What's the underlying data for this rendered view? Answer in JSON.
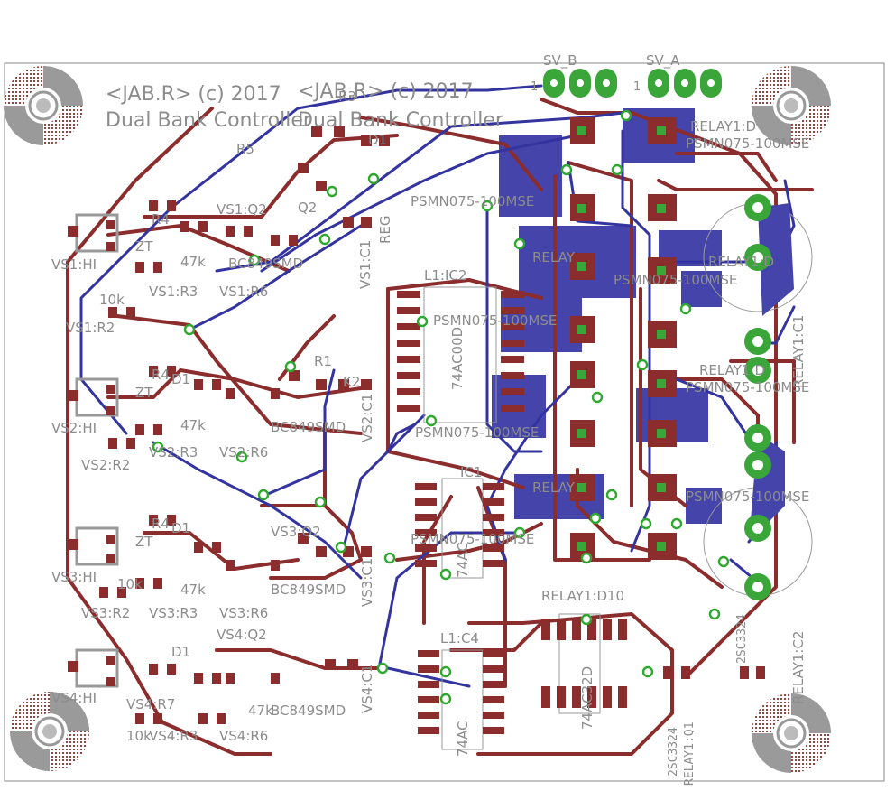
{
  "board": {
    "title_line1": "<JAB.R> (c) 2017",
    "title_line2": "Dual Bank Controller",
    "colors": {
      "top_copper": "#8b2d2d",
      "bottom_copper": "#3434a0",
      "silkscreen": "#8c8c8c",
      "via_ring": "#2fa82f",
      "outline": "#888888"
    }
  },
  "connectors": {
    "sv_b": {
      "label": "SV_B",
      "pin1": "1"
    },
    "sv_a": {
      "label": "SV_A",
      "pin1": "1"
    }
  },
  "labels": {
    "vs1_hi": "VS1:HI",
    "vs2_hi": "VS2:HI",
    "vs3_hi": "VS3:HI",
    "vs4_hi": "VS4:HI",
    "vs1_r2": "VS1:R2",
    "vs2_r2": "VS2:R2",
    "vs3_r2": "VS3:R2",
    "vs1_r3": "VS1:R3",
    "vs1_r6": "VS1:R6",
    "vs2_r3": "VS2:R3",
    "vs2_r6": "VS2:R6",
    "vs3_r3": "VS3:R3",
    "vs3_r6": "VS3:R6",
    "vs4_r3": "VS4:R3",
    "vs4_r6": "VS4:R6",
    "vs4_r7": "VS4:R7",
    "vs1_q2": "VS1:Q2",
    "vs3_q2": "VS3:Q2",
    "vs4_q2": "VS4:Q2",
    "bc849smd": "BC849SMD",
    "zt": "ZT",
    "d1": "D1",
    "k10": "10k",
    "k47": "47k",
    "vs2_c1": "VS2:C1",
    "vs3_c1": "VS3:C1",
    "vs4_c1": "VS4:C1",
    "vs1_c1": "VS1:C1",
    "ic1": "IC1",
    "ic2": "IC2",
    "l1_ic2": "L1:IC2",
    "l1_c4": "L1:C4",
    "chip_74ac00": "74AC00D",
    "chip_74ac32": "74AC32D",
    "chip_74ac": "74AC",
    "psmn": "PSMN075-100MSE",
    "relay1_c1": "RELAY1:C1",
    "relay1_c2": "RELAY1:C2",
    "relay1_q1": "RELAY1:Q1",
    "relay1_d": "RELAY1:D",
    "relay": "RELAY1:D10",
    "relay_short": "RELAY",
    "transistor": "2SC3324",
    "reg": "REG",
    "k2": "K2",
    "r1": "R1",
    "r3": "R3",
    "r4": "R4",
    "r5": "R5",
    "q2": "Q2"
  }
}
